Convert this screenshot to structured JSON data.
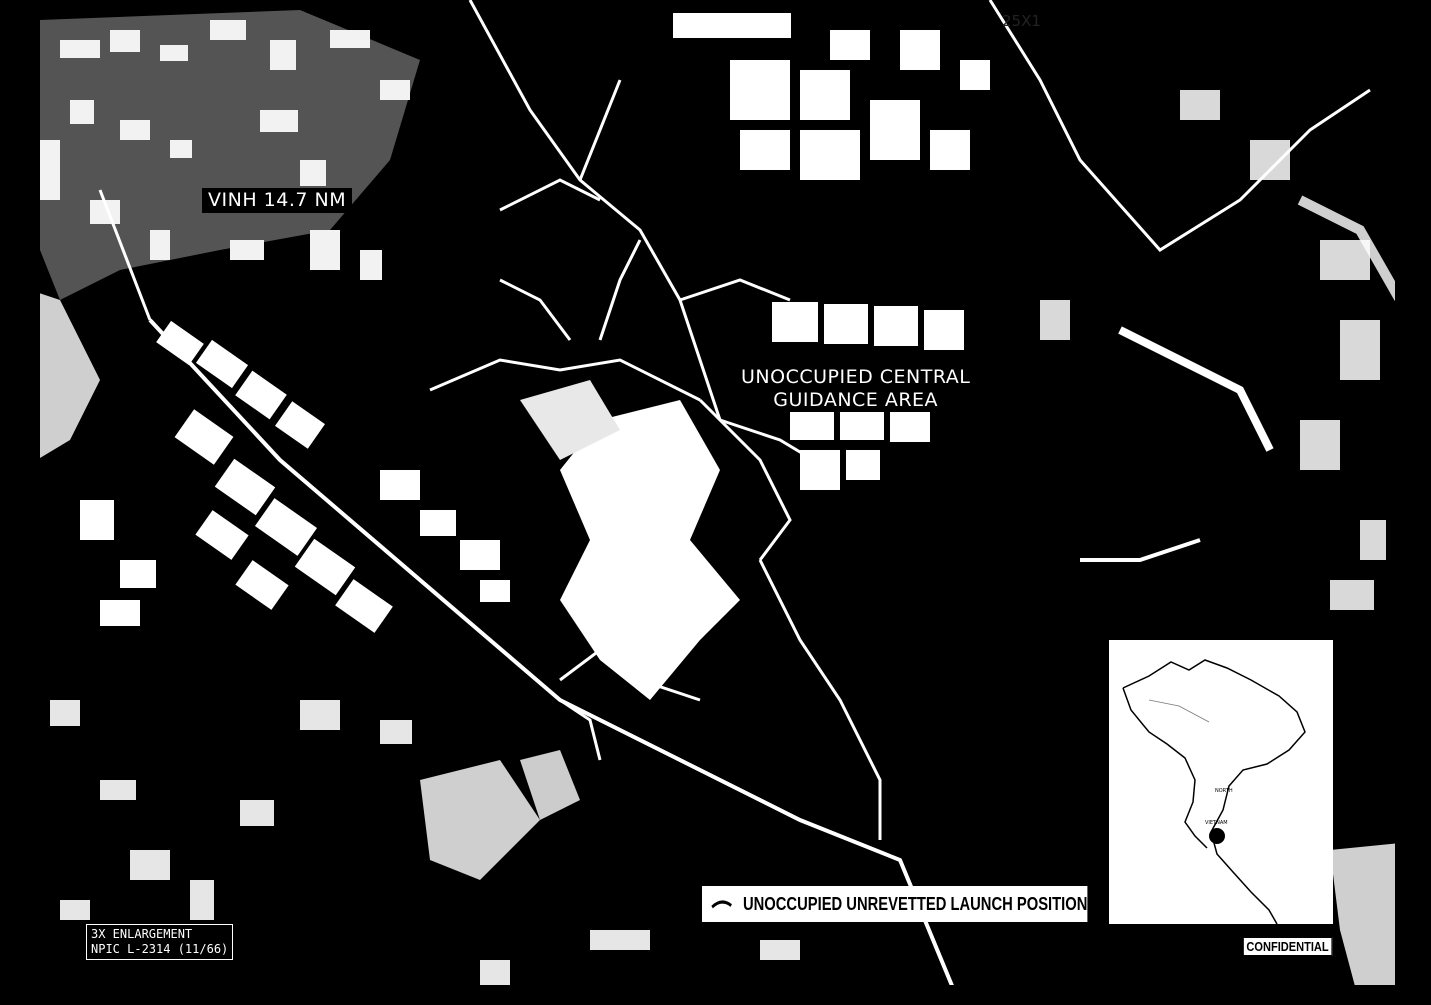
{
  "photo": {
    "description_icon": "aerial-reconnaissance-photo",
    "colors": {
      "background": "#000000",
      "terrain_light": "#ffffff",
      "terrain_gray": "#d9d9d9"
    }
  },
  "labels": {
    "vinh": "VINH 14.7 NM",
    "guidance_line1": "UNOCCUPIED CENTRAL",
    "guidance_line2": "GUIDANCE AREA",
    "launch_position": "UNOCCUPIED UNREVETTED LAUNCH POSITION",
    "enlargement_line1": "3X ENLARGEMENT",
    "enlargement_line2": "NPIC L-2314 (11/66)",
    "confidential": "CONFIDENTIAL",
    "corner_stamp": "25X1"
  },
  "inset_map": {
    "label_north": "NORTH",
    "label_vietnam": "VIETNAM",
    "marker_icon": "location-dot-icon"
  }
}
